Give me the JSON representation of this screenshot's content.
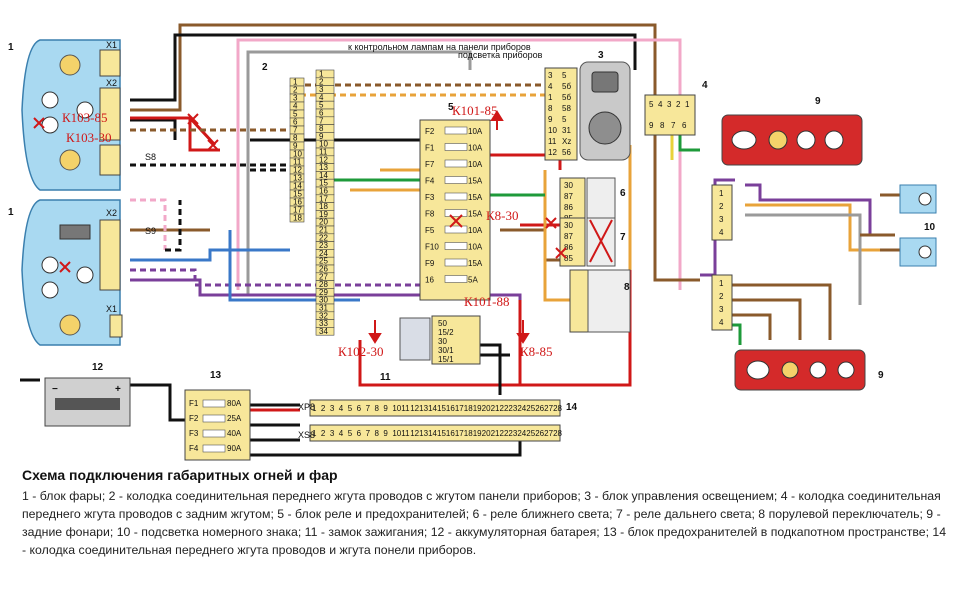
{
  "colors": {
    "headlight_fill": "#a9d9f1",
    "connector_fill": "#f7e79a",
    "red_wire": "#d01818",
    "brown_wire": "#8a5a2b",
    "black_wire": "#111111",
    "pink_wire": "#f2a8c8",
    "blue_wire": "#3a78c8",
    "green_wire": "#1e9a3a",
    "violet_wire": "#7a3f9a",
    "orange_wire": "#e8a33a",
    "gray_wire": "#9a9a9a",
    "tail_light_red": "#d42a2a"
  },
  "diagram": {
    "component_numbers": {
      "headlight_top": "1",
      "headlight_bottom": "1",
      "harness_connector": "2",
      "light_control_unit": "3",
      "rear_connector": "4",
      "relay_fuse_block": "5",
      "low_beam_relay": "6",
      "high_beam_relay": "7",
      "column_switch": "8",
      "rear_light_top": "9",
      "rear_light_bottom": "9",
      "plate_light": "10",
      "ignition_switch": "11",
      "battery": "12",
      "engine_fuse_block": "13",
      "panel_connector": "14"
    },
    "connector_labels": {
      "x1_top": "X1",
      "x2_top": "X2",
      "x2_bottom": "X2",
      "x1_bottom": "X1",
      "s8": "S8",
      "s9": "S9",
      "xp8": "XP8",
      "xs8": "XS8"
    },
    "wire_notes": {
      "to_lamps": "к контрольном лампам на панели приборов",
      "instrument_light": "подсветка приборов"
    },
    "red_annotations": {
      "k103_85": "К103-85",
      "k103_30": "К103-30",
      "k101_85": "К101-85",
      "k8_30": "К8-30",
      "k101_88": "К101-88",
      "k102_30": "К102-30",
      "k8_85": "К8-85"
    },
    "fuses": [
      {
        "id": "F2",
        "rating": "10A"
      },
      {
        "id": "F1",
        "rating": "10A"
      },
      {
        "id": "F7",
        "rating": "10A"
      },
      {
        "id": "F4",
        "rating": "15A"
      },
      {
        "id": "F3",
        "rating": "15A"
      },
      {
        "id": "F8",
        "rating": "15A"
      },
      {
        "id": "F5",
        "rating": "10A"
      },
      {
        "id": "F10",
        "rating": "10A"
      },
      {
        "id": "F9",
        "rating": "15A"
      },
      {
        "id": "16",
        "rating": "5A"
      }
    ],
    "unit3_pins": [
      {
        "pin": "3",
        "term": "5"
      },
      {
        "pin": "4",
        "term": "5б"
      },
      {
        "pin": "1",
        "term": "5б"
      },
      {
        "pin": "8",
        "term": "58"
      },
      {
        "pin": "9",
        "term": "5"
      },
      {
        "pin": "10",
        "term": "31"
      },
      {
        "pin": "11",
        "term": "Xz"
      },
      {
        "pin": "12",
        "term": "56"
      }
    ],
    "relay_pins": [
      "30",
      "87",
      "86",
      "85"
    ],
    "rear_connector_top": [
      "5",
      "4",
      "3",
      "2",
      "1"
    ],
    "rear_connector_bottom": [
      "9",
      "8",
      "7",
      "6"
    ],
    "ignition_terminals": [
      "50",
      "15/2",
      "30",
      "30/1",
      "15/1"
    ],
    "engine_fuses": [
      {
        "id": "F1",
        "rating": "80A"
      },
      {
        "id": "F2",
        "rating": "25A"
      },
      {
        "id": "F3",
        "rating": "40A"
      },
      {
        "id": "F4",
        "rating": "90A"
      }
    ],
    "connector2_left": [
      "1",
      "2",
      "3",
      "4",
      "5",
      "6",
      "7",
      "8",
      "9",
      "10",
      "11",
      "12",
      "13",
      "14",
      "15",
      "16",
      "17",
      "18"
    ],
    "connector2_right": [
      "1",
      "2",
      "3",
      "4",
      "5",
      "6",
      "7",
      "8",
      "9",
      "10",
      "11",
      "12",
      "13",
      "14",
      "15",
      "16",
      "17",
      "18",
      "19",
      "20",
      "21",
      "22",
      "23",
      "24",
      "25",
      "26",
      "27",
      "28",
      "29",
      "30",
      "31",
      "32",
      "33",
      "34"
    ],
    "xp8_pins": [
      "1",
      "2",
      "3",
      "4",
      "5",
      "6",
      "7",
      "8",
      "9",
      "10",
      "11",
      "12",
      "13",
      "14",
      "15",
      "16",
      "17",
      "18",
      "19",
      "20",
      "21",
      "22",
      "23",
      "24",
      "25",
      "26",
      "27",
      "28"
    ],
    "xs8_pins": [
      "1",
      "2",
      "3",
      "4",
      "5",
      "6",
      "7",
      "8",
      "9",
      "10",
      "11",
      "12",
      "13",
      "14",
      "15",
      "16",
      "17",
      "18",
      "19",
      "20",
      "21",
      "22",
      "23",
      "24",
      "25",
      "26",
      "27",
      "28"
    ],
    "rear_light_pins": [
      "1",
      "2",
      "3",
      "4"
    ]
  },
  "caption": {
    "title": "Схема подключения габаритных огней и фар",
    "body": "1 - блок фары; 2 - колодка соединительная переднего жгута проводов с жгутом панели приборов; 3 - блок управления освещением; 4 - колодка соединительная переднего жгута проводов с задним жгутом; 5 - блок реле и предохранителей; 6 - реле ближнего света; 7 - реле дальнего света; 8  порулевой переключатель; 9 - задние фонари; 10 - подсветка номерного знака; 11 - замок зажигания; 12 - аккумуляторная батарея; 13 - блок предохранителей в подкапотном пространстве; 14 - колодка соединительная переднего жгута проводов и жгута понели приборов."
  }
}
